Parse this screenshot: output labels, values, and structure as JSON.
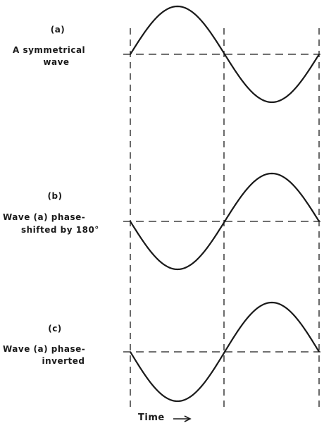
{
  "panels": [
    {
      "tag": "(a)",
      "caption": [
        "A symmetrical",
        "wave"
      ],
      "phase": "normal"
    },
    {
      "tag": "(b)",
      "caption": [
        "Wave (a) phase-",
        "shifted by 180°"
      ],
      "phase": "inverted"
    },
    {
      "tag": "(c)",
      "caption": [
        "Wave (a) phase-",
        "inverted"
      ],
      "phase": "inverted"
    }
  ],
  "time_label": "Time",
  "time_arrow": "⟶",
  "colors": {
    "ink": "#1a1a1a",
    "background": "#ffffff"
  }
}
